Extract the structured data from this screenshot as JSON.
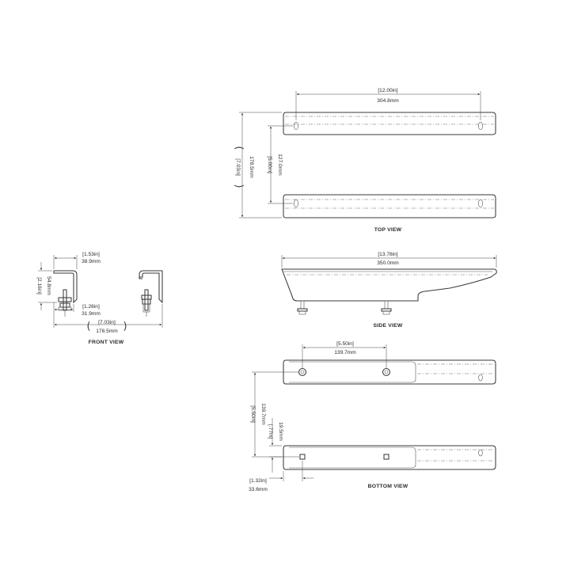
{
  "views": {
    "top": "TOP VIEW",
    "side": "SIDE VIEW",
    "bottom": "BOTTOM VIEW",
    "front": "FRONT VIEW"
  },
  "dims": {
    "top_width_in": "[12.00in]",
    "top_width_mm": "304.8mm",
    "top_outer_in": "[7.03in]",
    "top_outer_mm": "178.5mm",
    "top_inner_in": "[5.00in]",
    "top_inner_mm": "127.0mm",
    "side_len_in": "[13.78in]",
    "side_len_mm": "350.0mm",
    "bot_bolt_in": "[5.50in]",
    "bot_bolt_mm": "139.7mm",
    "bot_height_in": "[5.50in]",
    "bot_height_mm": "139.7mm",
    "bot_small_in": "[.77in]",
    "bot_small_mm": "19.5mm",
    "bot_offset_in": "[1.32in]",
    "bot_offset_mm": "33.6mm",
    "front_width_in": "[1.53in]",
    "front_width_mm": "38.9mm",
    "front_height_in": "[2.16in]",
    "front_height_mm": "54.8mm",
    "front_inner_in": "[1.26in]",
    "front_inner_mm": "31.9mm",
    "front_total_in": "[7.03in]",
    "front_total_mm": "178.5mm"
  }
}
